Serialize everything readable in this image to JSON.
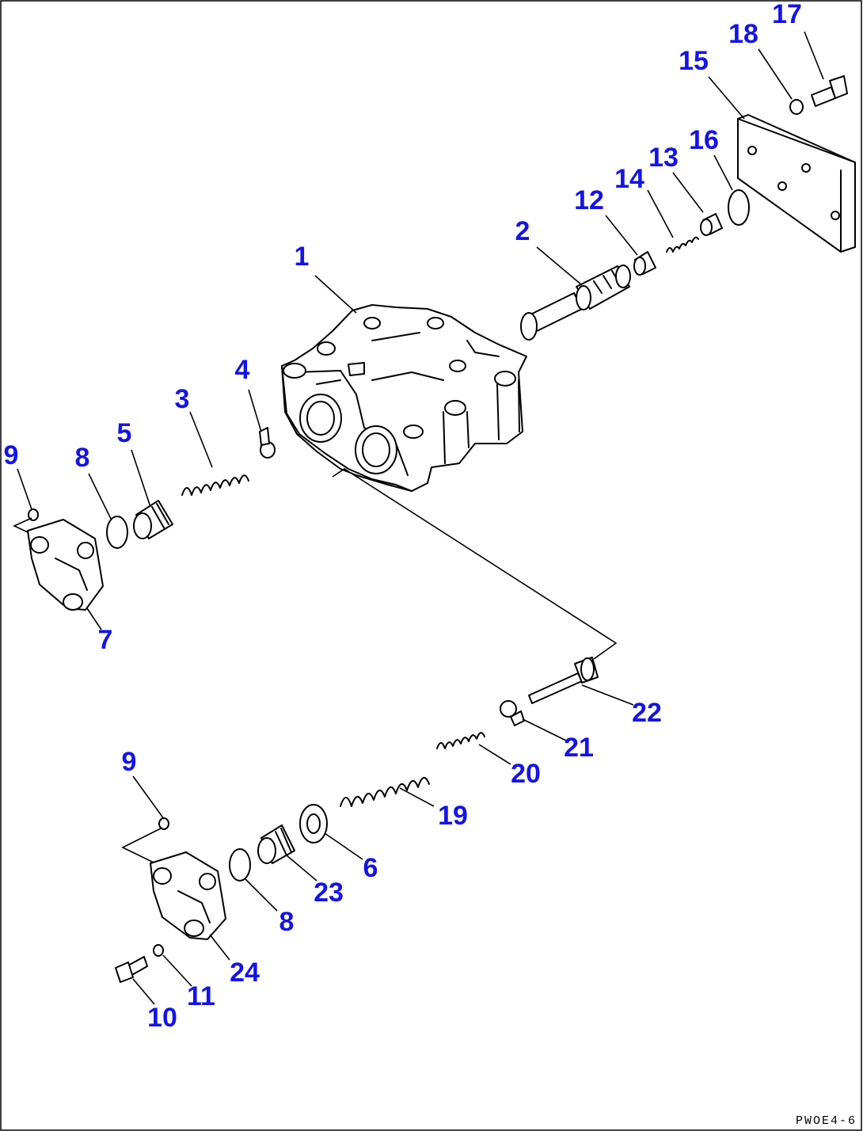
{
  "diagram": {
    "callouts": [
      {
        "id": "c1",
        "text": "1"
      },
      {
        "id": "c2",
        "text": "2"
      },
      {
        "id": "c3",
        "text": "3"
      },
      {
        "id": "c4",
        "text": "4"
      },
      {
        "id": "c5",
        "text": "5"
      },
      {
        "id": "c6",
        "text": "6"
      },
      {
        "id": "c7",
        "text": "7"
      },
      {
        "id": "c8a",
        "text": "8"
      },
      {
        "id": "c8b",
        "text": "8"
      },
      {
        "id": "c9a",
        "text": "9"
      },
      {
        "id": "c9b",
        "text": "9"
      },
      {
        "id": "c10",
        "text": "10"
      },
      {
        "id": "c11",
        "text": "11"
      },
      {
        "id": "c12",
        "text": "12"
      },
      {
        "id": "c13",
        "text": "13"
      },
      {
        "id": "c14",
        "text": "14"
      },
      {
        "id": "c15",
        "text": "15"
      },
      {
        "id": "c16",
        "text": "16"
      },
      {
        "id": "c17",
        "text": "17"
      },
      {
        "id": "c18",
        "text": "18"
      },
      {
        "id": "c19",
        "text": "19"
      },
      {
        "id": "c20",
        "text": "20"
      },
      {
        "id": "c21",
        "text": "21"
      },
      {
        "id": "c22",
        "text": "22"
      },
      {
        "id": "c23",
        "text": "23"
      },
      {
        "id": "c24",
        "text": "24"
      }
    ],
    "drawing_code": "PWOE4-6",
    "callout_color": "#1414e6"
  }
}
